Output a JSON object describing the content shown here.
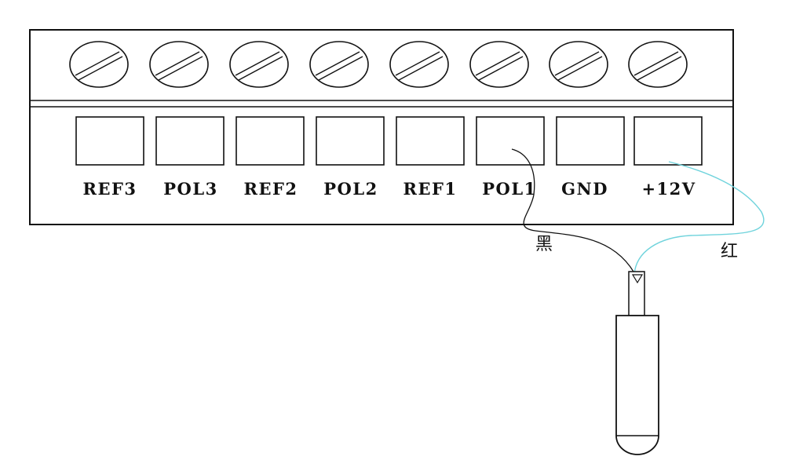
{
  "terminals": [
    {
      "label": "REF3"
    },
    {
      "label": "POL3"
    },
    {
      "label": "REF2"
    },
    {
      "label": "POL2"
    },
    {
      "label": "REF1"
    },
    {
      "label": "POL1"
    },
    {
      "label": "GND"
    },
    {
      "label": "+12V"
    }
  ],
  "wires": {
    "black": {
      "label": "黑",
      "color": "#111111",
      "terminal": "POL1"
    },
    "red": {
      "label": "红",
      "color": "#6fd3dc",
      "terminal": "+12V"
    }
  },
  "colors": {
    "outline": "#111111",
    "background": "#ffffff"
  }
}
